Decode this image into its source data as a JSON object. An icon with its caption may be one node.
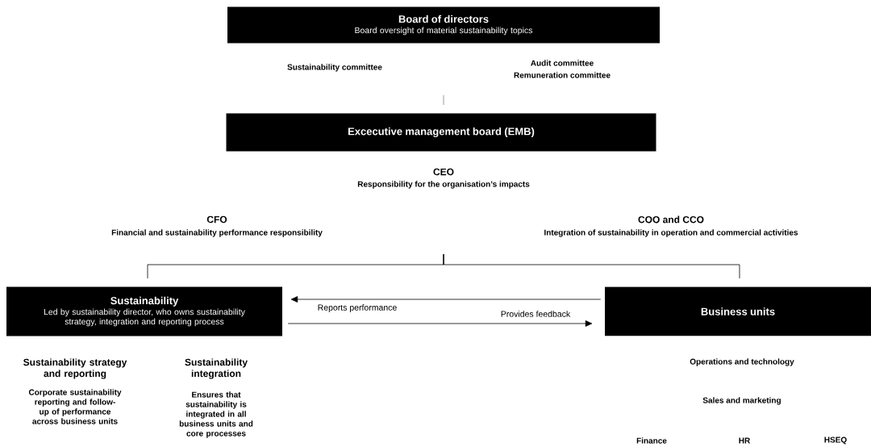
{
  "diagram": {
    "nodes": [
      {
        "text": [
          "Board of directors",
          "Board oversight of material sustainability topics"
        ]
      },
      {
        "text": [
          "Excecutive management board (EMB)"
        ]
      },
      {
        "text": [
          "Sustainability",
          "Led by sustainability director, who owns sustainability strategy, integration and reporting process"
        ]
      },
      {
        "text": [
          "Business units"
        ]
      }
    ],
    "edges": [
      {
        "from": 3,
        "to": 2,
        "arrow": "to",
        "label": "Reports performance"
      },
      {
        "from": 2,
        "to": 3,
        "arrow": "to",
        "label": "Provides feedback"
      }
    ],
    "labels": [
      "Sustainability committee",
      "Audit committee",
      "Remuneration committee",
      "CEO",
      "Responsibility for the organisation’s impacts",
      "CFO",
      "Financial and sustainability performance responsibility",
      "COO and CCO",
      "Integration of sustainability in operation and commercial activities",
      "Sustainability strategy and reporting",
      "Corporate sustainability reporting and follow-up of performance across business units",
      "Sustainability integration",
      "Ensures that sustainability is integrated in all business units and core processes",
      "Operations and technology",
      "Sales and marketing",
      "Finance",
      "HR",
      "HSEQ"
    ]
  }
}
